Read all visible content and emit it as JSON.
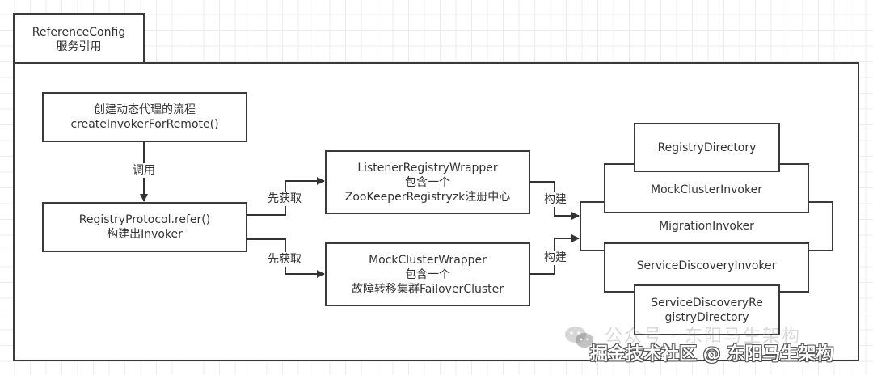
{
  "container": {
    "title_line1": "ReferenceConfig",
    "title_line2": "服务引用"
  },
  "nodes": {
    "create_proxy": {
      "line1": "创建动态代理的流程",
      "line2": "createInvokerForRemote()"
    },
    "registry_protocol": {
      "line1": "RegistryProtocol.refer()",
      "line2": "构建出Invoker"
    },
    "listener_wrapper": {
      "line1": "ListenerRegistryWrapper",
      "line2": "包含一个",
      "line3": "ZooKeeperRegistryzk注册中心"
    },
    "mock_cluster_wrapper": {
      "line1": "MockClusterWrapper",
      "line2": "包含一个",
      "line3": "故障转移集群FailoverCluster"
    },
    "registry_directory": {
      "line1": "RegistryDirectory"
    },
    "mock_cluster_invoker": {
      "line1": "MockClusterInvoker"
    },
    "migration_invoker": {
      "line1": "MigrationInvoker"
    },
    "service_discovery_invoker": {
      "line1": "ServiceDiscoveryInvoker"
    },
    "sd_registry_directory": {
      "line1": "ServiceDiscoveryRe",
      "line2": "gistryDirectory"
    }
  },
  "edges": {
    "call": "调用",
    "fetch_first_top": "先获取",
    "fetch_first_bottom": "先获取",
    "build_top": "构建",
    "build_bottom": "构建"
  },
  "watermark": {
    "faded": "公众号 · 东阳马生架构",
    "main": "掘金技术社区 @ 东阳马生架构",
    "icon": "wechat-icon"
  }
}
